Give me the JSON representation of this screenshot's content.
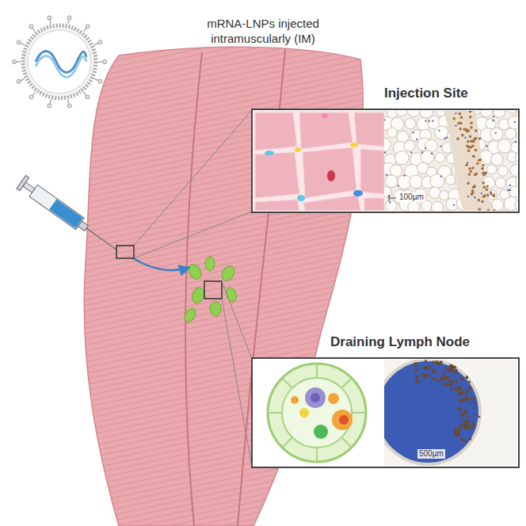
{
  "diagram": {
    "title": "mRNA-LNPs injected intramuscularly (IM)",
    "nodes": [
      {
        "text": [
          "Injection Site"
        ]
      },
      {
        "text": [
          "Draining Lymph Node"
        ]
      }
    ],
    "labels": [
      "100µm",
      "500µm"
    ]
  }
}
